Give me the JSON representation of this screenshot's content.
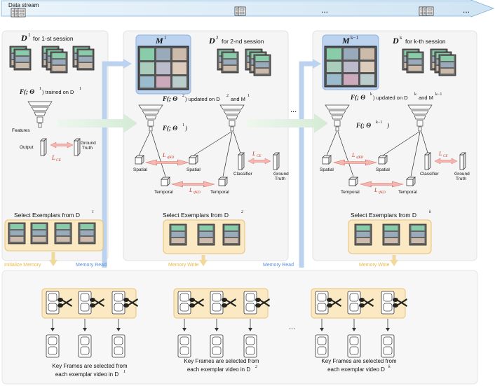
{
  "stream": {
    "label": "Data stream",
    "ellipsis_1": "...",
    "ellipsis_2": "..."
  },
  "sessions": [
    {
      "title_D": "D",
      "title_sup": "1",
      "title_rest": "for 1-st session",
      "model_line_a": "F(; Θ",
      "model_sup": "1",
      "model_line_b": ") trained on D",
      "model_line_sup2": "1",
      "features": "Features",
      "output": "Output",
      "ground_truth_1": "Ground",
      "ground_truth_2": "Truth",
      "loss": "L",
      "loss_sub": "CE",
      "select": "Select Exemplars from D",
      "select_sup": "1",
      "memory_action": "Initialize Memory"
    },
    {
      "title_M": "M",
      "title_M_sup": "1",
      "title_D": "D",
      "title_sup": "2",
      "title_rest": "for 2-nd session",
      "model_line": "F(; Θ",
      "model_sup": "2",
      "model_line_b": ") updated on D",
      "model_sup2": "2",
      "model_and": "and M",
      "model_sup3": "1",
      "old_model": "F(; Θ",
      "old_model_sup": "1",
      "spatial_1": "Spatial",
      "spatial_2": "Spatial",
      "temporal_1": "Temporal",
      "temporal_2": "Temporal",
      "classifier": "Classifier",
      "ground_truth_1": "Ground",
      "ground_truth_2": "Truth",
      "loss_kd": "L",
      "loss_kd_sub": "sfKD",
      "loss_kd2": "L",
      "loss_kd2_sub": "tfKD",
      "loss_ce": "L",
      "loss_ce_sub": "CE",
      "select": "Select Exemplars from D",
      "select_sup": "2",
      "memory_read": "Memory Read",
      "memory_action": "Memory Write"
    },
    {
      "title_M": "M",
      "title_M_sup": "k−1",
      "title_D": "D",
      "title_sup": "k",
      "title_rest": "for k-th session",
      "model_line": "F(; Θ",
      "model_sup": "k",
      "model_line_b": ") updated on D",
      "model_sup2": "k",
      "model_and": "and M",
      "model_sup3": "k−1",
      "old_model": "F(; Θ",
      "old_model_sup": "k−1",
      "spatial_1": "Spatial",
      "spatial_2": "Spatial",
      "temporal_1": "Temporal",
      "temporal_2": "Temporal",
      "classifier": "Classifier",
      "ground_truth_1": "Ground",
      "ground_truth_2": "Truth",
      "loss_kd": "L",
      "loss_kd_sub": "sfKD",
      "loss_kd2": "L",
      "loss_kd2_sub": "tfKD",
      "loss_ce": "L",
      "loss_ce_sub": "CE",
      "select": "Select Exemplars from D",
      "select_sup": "k",
      "memory_read": "Memory Read",
      "memory_action": "Memory Write"
    }
  ],
  "middle_ellipsis": "...",
  "bottom": {
    "ellipsis": "...",
    "captions": [
      {
        "line1": "Key Frames are selected from",
        "line2": "each exemplar video in D",
        "sup": "1"
      },
      {
        "line1": "Key Frames are selected from",
        "line2": "each exemplar video in D",
        "sup": "2"
      },
      {
        "line1": "Key Frames are selected from",
        "line2": "each exemplar video D",
        "sup": "k"
      }
    ]
  },
  "colors": {
    "stream": "#d6e9f7",
    "memory": "#bcd3f0",
    "exemplar": "#fbe9c4",
    "loss": "#f4b6b0",
    "panel": "#f3f3f3",
    "flow": "#dceedd"
  }
}
